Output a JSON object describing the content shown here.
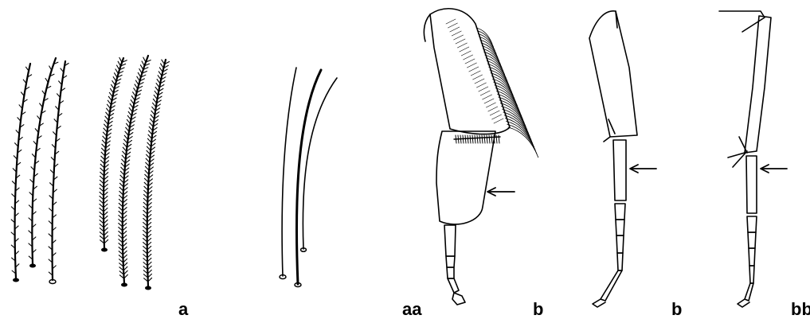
{
  "figure": {
    "panel_labels": [
      "a",
      "aa",
      "b",
      "b",
      "bb"
    ]
  }
}
